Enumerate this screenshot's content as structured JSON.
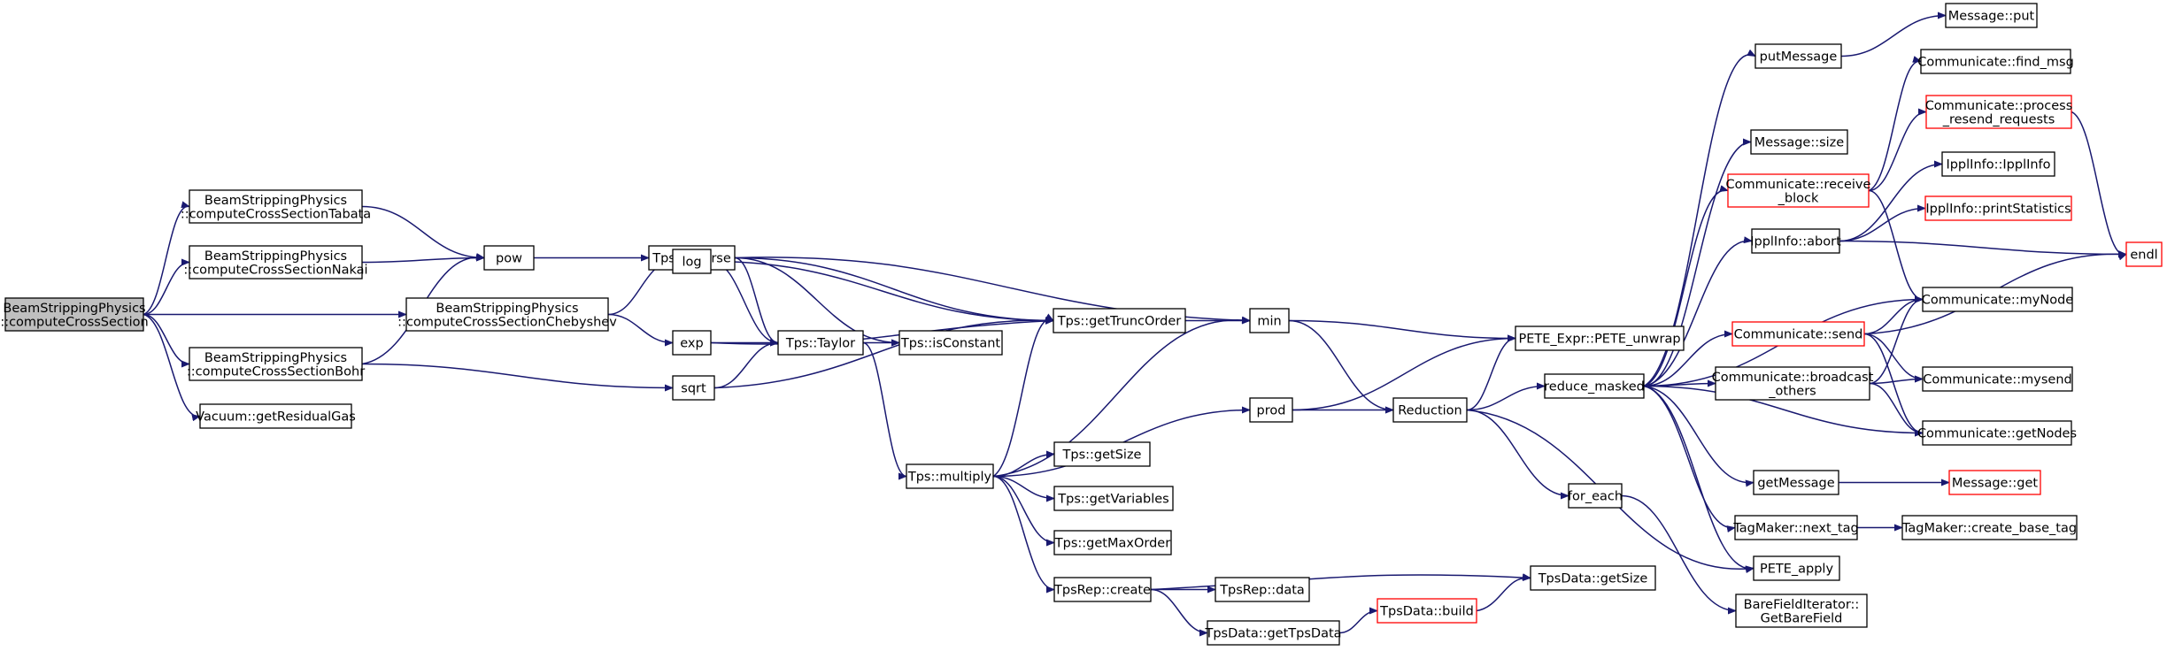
{
  "diagram": {
    "type": "call-graph",
    "edge_color": "#191970",
    "root_fill": "#bfbfbf",
    "truncated_node_border": "#ff0000",
    "nodes": [
      {
        "id": "root",
        "lines": [
          "BeamStrippingPhysics",
          "::computeCrossSection"
        ],
        "style": "root"
      },
      {
        "id": "tabata",
        "lines": [
          "BeamStrippingPhysics",
          "::computeCrossSectionTabata"
        ],
        "style": "normal"
      },
      {
        "id": "nakai",
        "lines": [
          "BeamStrippingPhysics",
          "::computeCrossSectionNakai"
        ],
        "style": "normal"
      },
      {
        "id": "bohr",
        "lines": [
          "BeamStrippingPhysics",
          "::computeCrossSectionBohr"
        ],
        "style": "normal"
      },
      {
        "id": "cheby",
        "lines": [
          "BeamStrippingPhysics",
          "::computeCrossSectionChebyshev"
        ],
        "style": "normal"
      },
      {
        "id": "vacuum",
        "lines": [
          "Vacuum::getResidualGas"
        ],
        "style": "normal"
      },
      {
        "id": "pow",
        "lines": [
          "pow"
        ],
        "style": "normal"
      },
      {
        "id": "inverse",
        "lines": [
          "Tps::inverse"
        ],
        "style": "normal"
      },
      {
        "id": "log",
        "lines": [
          "log"
        ],
        "style": "normal"
      },
      {
        "id": "exp",
        "lines": [
          "exp"
        ],
        "style": "normal"
      },
      {
        "id": "sqrt",
        "lines": [
          "sqrt"
        ],
        "style": "normal"
      },
      {
        "id": "taylor",
        "lines": [
          "Tps::Taylor"
        ],
        "style": "normal"
      },
      {
        "id": "gettrunc",
        "lines": [
          "Tps::getTruncOrder"
        ],
        "style": "normal"
      },
      {
        "id": "isconst",
        "lines": [
          "Tps::isConstant"
        ],
        "style": "normal"
      },
      {
        "id": "min",
        "lines": [
          "min"
        ],
        "style": "normal"
      },
      {
        "id": "multiply",
        "lines": [
          "Tps::multiply"
        ],
        "style": "normal"
      },
      {
        "id": "getsize",
        "lines": [
          "Tps::getSize"
        ],
        "style": "normal"
      },
      {
        "id": "getvars",
        "lines": [
          "Tps::getVariables"
        ],
        "style": "normal"
      },
      {
        "id": "getmax",
        "lines": [
          "Tps::getMaxOrder"
        ],
        "style": "normal"
      },
      {
        "id": "create",
        "lines": [
          "TpsRep::create"
        ],
        "style": "normal"
      },
      {
        "id": "repdata",
        "lines": [
          "TpsRep::data"
        ],
        "style": "normal"
      },
      {
        "id": "gettpsdata",
        "lines": [
          "TpsData::getTpsData"
        ],
        "style": "normal"
      },
      {
        "id": "build",
        "lines": [
          "TpsData::build"
        ],
        "style": "red"
      },
      {
        "id": "tdsize",
        "lines": [
          "TpsData::getSize"
        ],
        "style": "normal"
      },
      {
        "id": "prod",
        "lines": [
          "prod"
        ],
        "style": "normal"
      },
      {
        "id": "reduction",
        "lines": [
          "Reduction"
        ],
        "style": "normal"
      },
      {
        "id": "unwrap",
        "lines": [
          "PETE_Expr::PETE_unwrap"
        ],
        "style": "normal"
      },
      {
        "id": "reduce",
        "lines": [
          "reduce_masked"
        ],
        "style": "normal"
      },
      {
        "id": "foreach",
        "lines": [
          "for_each"
        ],
        "style": "normal"
      },
      {
        "id": "barefield",
        "lines": [
          "BareFieldIterator::",
          "GetBareField"
        ],
        "style": "normal"
      },
      {
        "id": "putmsg",
        "lines": [
          "putMessage"
        ],
        "style": "normal"
      },
      {
        "id": "msgput",
        "lines": [
          "Message::put"
        ],
        "style": "normal"
      },
      {
        "id": "msgsize",
        "lines": [
          "Message::size"
        ],
        "style": "normal"
      },
      {
        "id": "recvblock",
        "lines": [
          "Communicate::receive",
          "_block"
        ],
        "style": "red"
      },
      {
        "id": "findmsg",
        "lines": [
          "Communicate::find_msg"
        ],
        "style": "normal"
      },
      {
        "id": "resend",
        "lines": [
          "Communicate::process",
          "_resend_requests"
        ],
        "style": "red"
      },
      {
        "id": "ippl",
        "lines": [
          "IpplInfo::IpplInfo"
        ],
        "style": "normal"
      },
      {
        "id": "printstats",
        "lines": [
          "IpplInfo::printStatistics"
        ],
        "style": "red"
      },
      {
        "id": "abort",
        "lines": [
          "IpplInfo::abort"
        ],
        "style": "normal"
      },
      {
        "id": "endl",
        "lines": [
          "endl"
        ],
        "style": "red"
      },
      {
        "id": "mynode",
        "lines": [
          "Communicate::myNode"
        ],
        "style": "normal"
      },
      {
        "id": "send",
        "lines": [
          "Communicate::send"
        ],
        "style": "red"
      },
      {
        "id": "bcast",
        "lines": [
          "Communicate::broadcast",
          "_others"
        ],
        "style": "normal"
      },
      {
        "id": "mysend",
        "lines": [
          "Communicate::mysend"
        ],
        "style": "normal"
      },
      {
        "id": "getnodes",
        "lines": [
          "Communicate::getNodes"
        ],
        "style": "normal"
      },
      {
        "id": "getmsg",
        "lines": [
          "getMessage"
        ],
        "style": "normal"
      },
      {
        "id": "msgget",
        "lines": [
          "Message::get"
        ],
        "style": "red"
      },
      {
        "id": "nexttag",
        "lines": [
          "TagMaker::next_tag"
        ],
        "style": "normal"
      },
      {
        "id": "basetag",
        "lines": [
          "TagMaker::create_base_tag"
        ],
        "style": "normal"
      },
      {
        "id": "peteapply",
        "lines": [
          "PETE_apply"
        ],
        "style": "normal"
      }
    ],
    "edges": [
      [
        "root",
        "tabata"
      ],
      [
        "root",
        "nakai"
      ],
      [
        "root",
        "cheby"
      ],
      [
        "root",
        "bohr"
      ],
      [
        "root",
        "vacuum"
      ],
      [
        "tabata",
        "pow"
      ],
      [
        "nakai",
        "pow"
      ],
      [
        "bohr",
        "pow"
      ],
      [
        "bohr",
        "sqrt"
      ],
      [
        "cheby",
        "log"
      ],
      [
        "cheby",
        "exp"
      ],
      [
        "pow",
        "inverse"
      ],
      [
        "inverse",
        "taylor"
      ],
      [
        "inverse",
        "gettrunc"
      ],
      [
        "inverse",
        "isconst"
      ],
      [
        "inverse",
        "min"
      ],
      [
        "log",
        "taylor"
      ],
      [
        "log",
        "gettrunc"
      ],
      [
        "exp",
        "taylor"
      ],
      [
        "exp",
        "gettrunc"
      ],
      [
        "sqrt",
        "taylor"
      ],
      [
        "sqrt",
        "gettrunc"
      ],
      [
        "taylor",
        "isconst"
      ],
      [
        "taylor",
        "multiply"
      ],
      [
        "gettrunc",
        "min"
      ],
      [
        "multiply",
        "gettrunc"
      ],
      [
        "multiply",
        "min"
      ],
      [
        "multiply",
        "prod"
      ],
      [
        "multiply",
        "getsize"
      ],
      [
        "multiply",
        "getvars"
      ],
      [
        "multiply",
        "getmax"
      ],
      [
        "multiply",
        "create"
      ],
      [
        "create",
        "repdata"
      ],
      [
        "create",
        "gettpsdata"
      ],
      [
        "create",
        "tdsize"
      ],
      [
        "gettpsdata",
        "build"
      ],
      [
        "build",
        "tdsize"
      ],
      [
        "min",
        "unwrap"
      ],
      [
        "min",
        "reduction"
      ],
      [
        "prod",
        "reduction"
      ],
      [
        "prod",
        "unwrap"
      ],
      [
        "reduction",
        "unwrap"
      ],
      [
        "reduction",
        "reduce"
      ],
      [
        "reduction",
        "foreach"
      ],
      [
        "reduction",
        "peteapply"
      ],
      [
        "foreach",
        "barefield"
      ],
      [
        "reduce",
        "putmsg"
      ],
      [
        "reduce",
        "msgsize"
      ],
      [
        "reduce",
        "recvblock"
      ],
      [
        "reduce",
        "abort"
      ],
      [
        "reduce",
        "mynode"
      ],
      [
        "reduce",
        "send"
      ],
      [
        "reduce",
        "bcast"
      ],
      [
        "reduce",
        "getnodes"
      ],
      [
        "reduce",
        "getmsg"
      ],
      [
        "reduce",
        "nexttag"
      ],
      [
        "reduce",
        "peteapply"
      ],
      [
        "putmsg",
        "msgput"
      ],
      [
        "recvblock",
        "findmsg"
      ],
      [
        "recvblock",
        "resend"
      ],
      [
        "recvblock",
        "mynode"
      ],
      [
        "resend",
        "endl"
      ],
      [
        "abort",
        "ippl"
      ],
      [
        "abort",
        "printstats"
      ],
      [
        "abort",
        "endl"
      ],
      [
        "send",
        "endl"
      ],
      [
        "send",
        "mynode"
      ],
      [
        "send",
        "mysend"
      ],
      [
        "send",
        "getnodes"
      ],
      [
        "bcast",
        "mynode"
      ],
      [
        "bcast",
        "mysend"
      ],
      [
        "bcast",
        "getnodes"
      ],
      [
        "getmsg",
        "msgget"
      ],
      [
        "nexttag",
        "basetag"
      ]
    ]
  }
}
